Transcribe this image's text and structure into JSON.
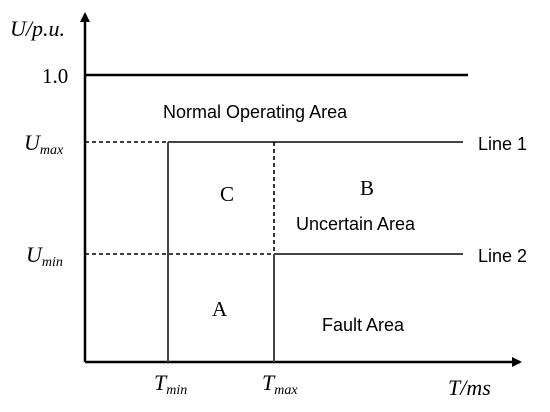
{
  "axes": {
    "y_label_main": "U",
    "y_label_rest": "/p.u.",
    "x_label_main": "T",
    "x_label_rest": "/ms"
  },
  "ticks": {
    "one": "1.0",
    "umax_main": "U",
    "umax_sub": "max",
    "umin_main": "U",
    "umin_sub": "min",
    "tmin_main": "T",
    "tmin_sub": "min",
    "tmax_main": "T",
    "tmax_sub": "max"
  },
  "regions": {
    "normal": "Normal Operating Area",
    "uncertain": "Uncertain Area",
    "fault": "Fault Area",
    "a": "A",
    "b": "B",
    "c": "C"
  },
  "lines": {
    "line1": "Line 1",
    "line2": "Line 2"
  }
}
